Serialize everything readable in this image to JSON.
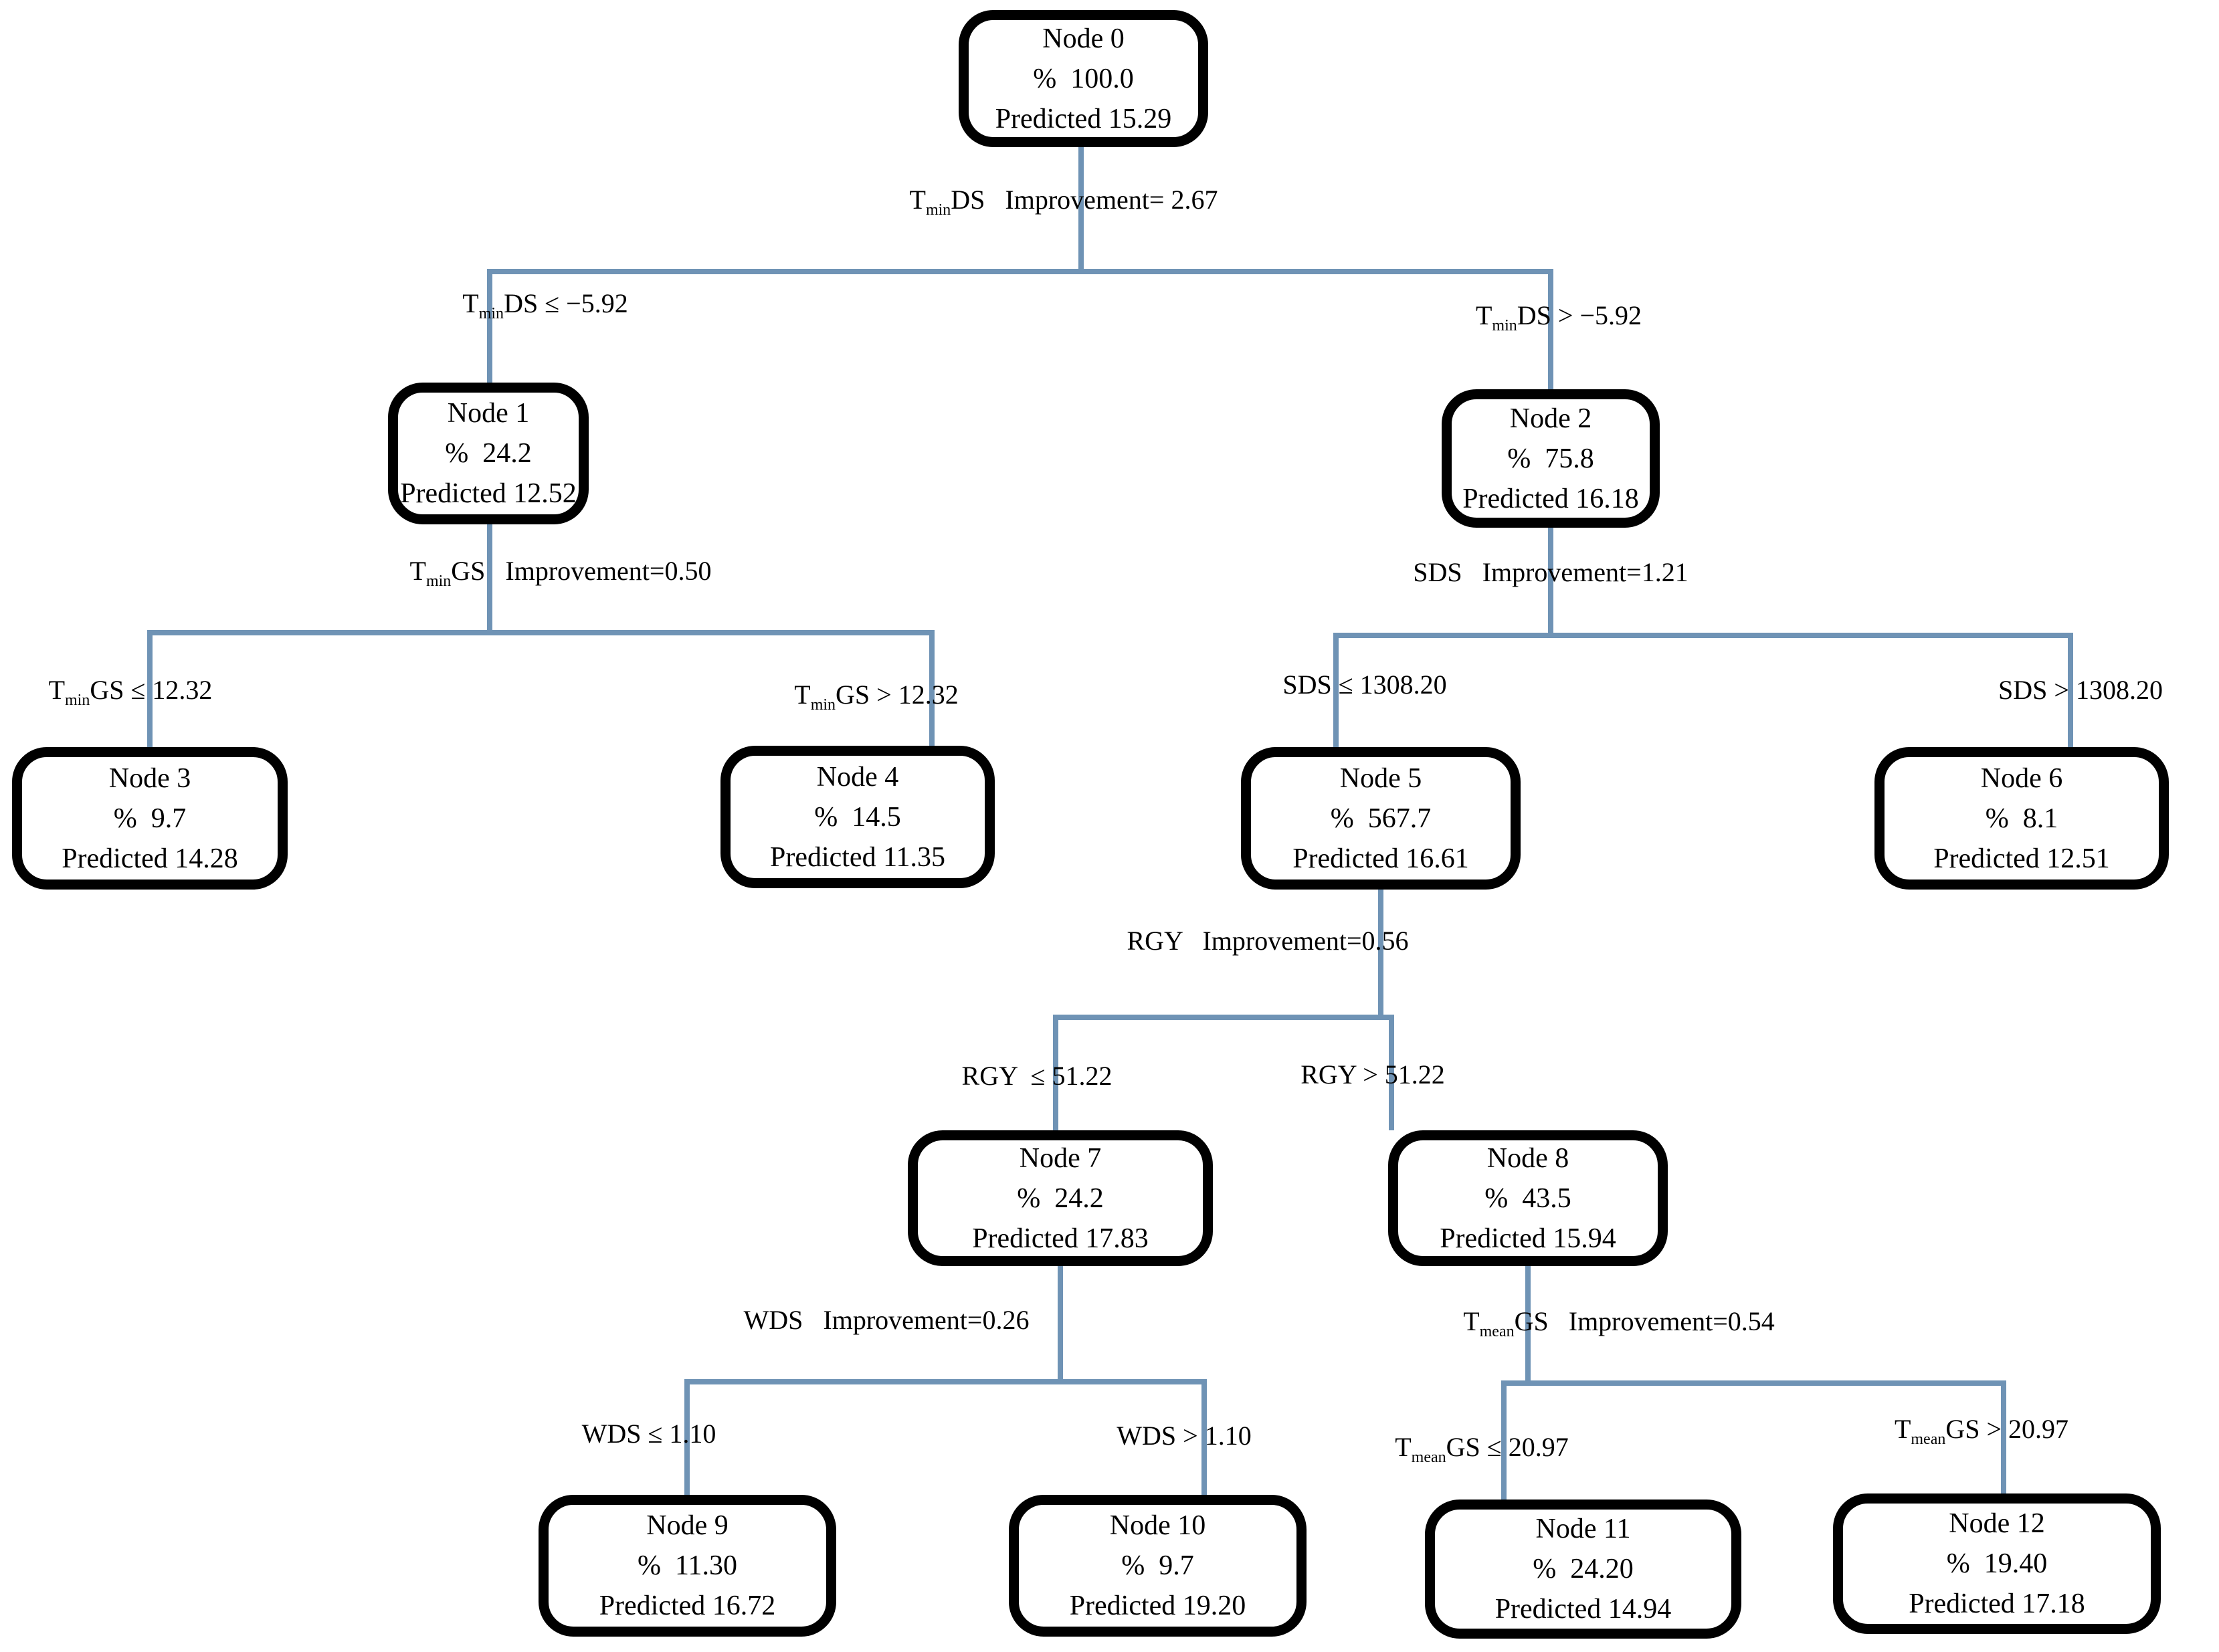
{
  "colors": {
    "background": "#ffffff",
    "connector_line": "#6f93b5",
    "node_border": "#000000",
    "text": "#000000"
  },
  "structure": {
    "node0_children": [
      1,
      2
    ],
    "node1_children": [
      3,
      4
    ],
    "node2_children": [
      5,
      6
    ],
    "node5_children": [
      7,
      8
    ],
    "node7_children": [
      9,
      10
    ],
    "node8_children": [
      11,
      12
    ]
  },
  "nodes": [
    {
      "title": "Node 0",
      "percent": "%  100.0",
      "predicted": "Predicted 15.29"
    },
    {
      "title": "Node 1",
      "percent": "%  24.2",
      "predicted": "Predicted 12.52"
    },
    {
      "title": "Node 2",
      "percent": "%  75.8",
      "predicted": "Predicted 16.18"
    },
    {
      "title": "Node 3",
      "percent": "%  9.7",
      "predicted": "Predicted 14.28"
    },
    {
      "title": "Node 4",
      "percent": "%  14.5",
      "predicted": "Predicted 11.35"
    },
    {
      "title": "Node 5",
      "percent": "%  567.7",
      "predicted": "Predicted 16.61"
    },
    {
      "title": "Node 6",
      "percent": "%  8.1",
      "predicted": "Predicted 12.51"
    },
    {
      "title": "Node 7",
      "percent": "%  24.2",
      "predicted": "Predicted 17.83"
    },
    {
      "title": "Node 8",
      "percent": "%  43.5",
      "predicted": "Predicted 15.94"
    },
    {
      "title": "Node 9",
      "percent": "%  11.30",
      "predicted": "Predicted 16.72"
    },
    {
      "title": "Node 10",
      "percent": "%  9.7",
      "predicted": "Predicted 19.20"
    },
    {
      "title": "Node 11",
      "percent": "%  24.20",
      "predicted": "Predicted 14.94"
    },
    {
      "title": "Node 12",
      "percent": "%  19.40",
      "predicted": "Predicted 17.18"
    }
  ],
  "labels": {
    "split0": {
      "pre": "T",
      "sub": "min",
      "post": "DS   Improvement= 2.67"
    },
    "b0l": {
      "pre": "T",
      "sub": "min",
      "post": "DS ≤ −5.92"
    },
    "b0r": {
      "pre": "T",
      "sub": "min",
      "post": "DS > −5.92"
    },
    "split1": {
      "pre": "T",
      "sub": "min",
      "post": "GS   Improvement=0.50"
    },
    "split2": {
      "pre": "SDS   Improvement=1.21",
      "sub": "",
      "post": ""
    },
    "b1l": {
      "pre": "T",
      "sub": "min",
      "post": "GS ≤ 12.32"
    },
    "b1r": {
      "pre": "T",
      "sub": "min",
      "post": "GS > 12.32"
    },
    "b2l": {
      "pre": "SDS ≤ 1308.20",
      "sub": "",
      "post": ""
    },
    "b2r": {
      "pre": "SDS > 1308.20",
      "sub": "",
      "post": ""
    },
    "split5": {
      "pre": "RGY   Improvement=0.56",
      "sub": "",
      "post": ""
    },
    "b5l": {
      "pre": "RGY  ≤ 51.22",
      "sub": "",
      "post": ""
    },
    "b5r": {
      "pre": "RGY > 51.22",
      "sub": "",
      "post": ""
    },
    "split7": {
      "pre": "WDS   Improvement=0.26",
      "sub": "",
      "post": ""
    },
    "b7l": {
      "pre": "WDS ≤ 1.10",
      "sub": "",
      "post": ""
    },
    "b7r": {
      "pre": "WDS > 1.10",
      "sub": "",
      "post": ""
    },
    "split8": {
      "pre": "T",
      "sub": "mean",
      "post": "GS   Improvement=0.54"
    },
    "b8l": {
      "pre": "T",
      "sub": "mean",
      "post": "GS ≤ 20.97"
    },
    "b8r": {
      "pre": "T",
      "sub": "mean",
      "post": "GS > 20.97"
    }
  }
}
